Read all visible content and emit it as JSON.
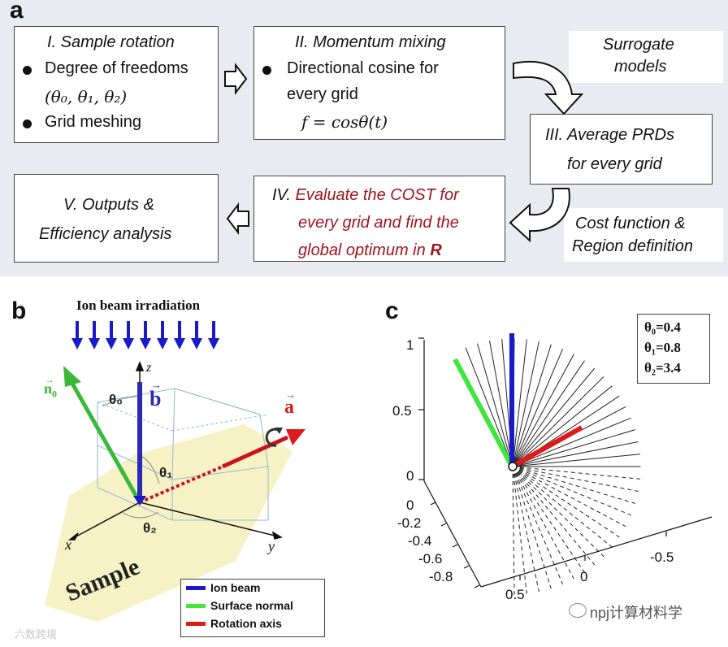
{
  "panel_a": {
    "label": "a",
    "box1": {
      "title": "I. Sample rotation",
      "bullet1": "Degree of freedoms",
      "bullet1_math": "(θ₀, θ₁, θ₂)",
      "bullet2": "Grid meshing"
    },
    "box2": {
      "title": "II. Momentum mixing",
      "bullet1_line1": "Directional cosine for",
      "bullet1_line2": "every grid",
      "formula": "f = cosθ(t)"
    },
    "surrogate": {
      "line1": "Surrogate",
      "line2": "models"
    },
    "box3": {
      "line1": "III. Average PRDs",
      "line2": "for every grid"
    },
    "cost": {
      "line1": "Cost function  &",
      "line2": "Region definition"
    },
    "box4": {
      "prefix": "IV.",
      "line1": "Evaluate the COST for",
      "line2": "every grid and find the",
      "line3": "global optimum in",
      "symbol": "R"
    },
    "box5": {
      "line1": "V.  Outputs &",
      "line2": "Efficiency analysis"
    }
  },
  "panel_b": {
    "label": "b",
    "title": "Ion beam irradiation",
    "vec_n": "n",
    "vec_n_sub": "0",
    "vec_b": "b",
    "vec_a": "a",
    "theta0": "θ₀",
    "theta1": "θ₁",
    "theta2": "θ₂",
    "axis_z": "z",
    "axis_x": "x",
    "axis_y": "y",
    "sample": "Sample",
    "legend": [
      {
        "label": "Ion beam",
        "color": "#1a1ac8"
      },
      {
        "label": "Surface normal",
        "color": "#3ee63e"
      },
      {
        "label": "Rotation axis",
        "color": "#e01a1a"
      }
    ]
  },
  "panel_c": {
    "label": "c",
    "params": [
      "θ₀=0.4",
      "θ₁=0.8",
      "θ₂=3.4"
    ],
    "z_ticks": [
      "1",
      "0.5",
      "0"
    ],
    "x_ticks": [
      "0",
      "-0.2",
      "-0.4",
      "-0.6",
      "-0.8"
    ],
    "y_ticks": [
      "0.5",
      "0",
      "-0.5"
    ]
  },
  "watermark": {
    "left": "六数跨境",
    "right": "npj计算材料学"
  }
}
